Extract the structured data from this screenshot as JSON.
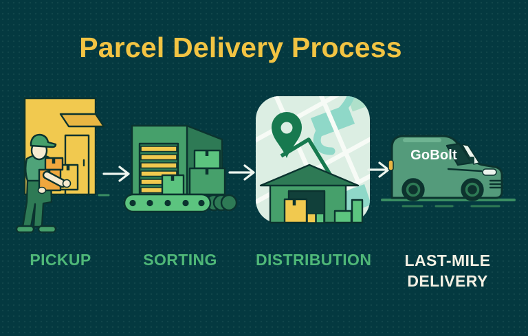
{
  "title": "Parcel Delivery Process",
  "stages": [
    {
      "label": "PICKUP",
      "icon": "storefront-courier-illustration"
    },
    {
      "label": "SORTING",
      "icon": "warehouse-conveyor-illustration"
    },
    {
      "label": "DISTRIBUTION",
      "icon": "map-warehouse-illustration"
    },
    {
      "label": "LAST-MILE DELIVERY",
      "icon": "delivery-van-illustration"
    }
  ],
  "van": {
    "brand": "GoBolt"
  },
  "arrows": {
    "count": 3,
    "glyph": "→"
  },
  "colors": {
    "background": "#043940",
    "title": "#F2C443",
    "label_green": "#4FB878",
    "label_cream": "#F4F1E4",
    "outline": "#0B332F",
    "yellow": "#F1C94F",
    "gold": "#E9B643",
    "orange": "#F0A73E",
    "skin": "#F6EAD0",
    "green_bright": "#5CC47F",
    "green_mid": "#46A06B",
    "green_shirt": "#4FA379",
    "green_deep": "#2E7A55",
    "pin_green": "#17794F",
    "map_mint": "#DCEEE3",
    "map_street": "#F7FBF6",
    "map_teal": "#8FD8C8",
    "map_park": "#AFE0CA",
    "van_green": "#549B7B",
    "van_light": "#6FB492",
    "glass_dark": "#11403A",
    "tire_dark": "#0E332E",
    "road_green": "#3A8F63",
    "arrow_white": "#EDF5EE",
    "brand_white": "#FFFFFF"
  }
}
